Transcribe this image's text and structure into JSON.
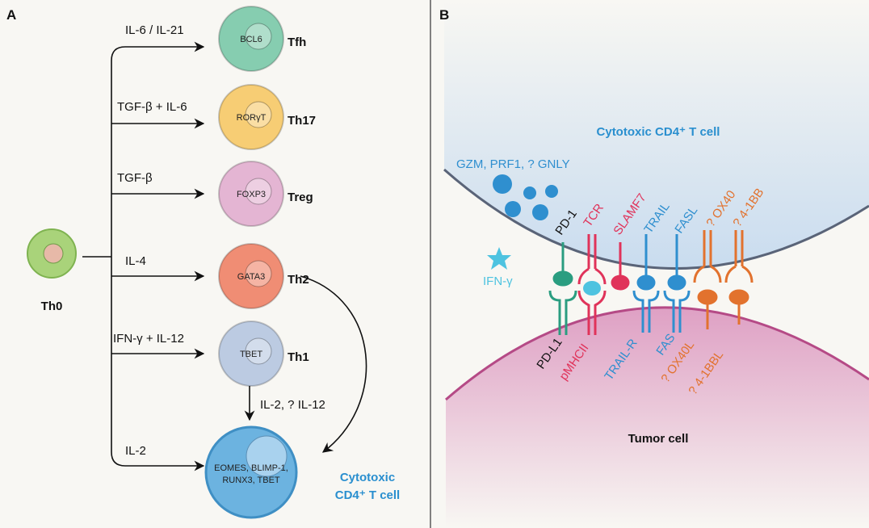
{
  "panel_a": {
    "label": "A",
    "th0": "Th0",
    "cells": [
      {
        "name": "Tfh",
        "factor": "BCL6",
        "signal": "IL-6 / IL-21",
        "color": "#86cdb0"
      },
      {
        "name": "Th17",
        "factor": "RORγT",
        "signal": "TGF-β + IL-6",
        "color": "#f7cd74"
      },
      {
        "name": "Treg",
        "factor": "FOXP3",
        "signal": "TGF-β",
        "color": "#e4b5d3"
      },
      {
        "name": "Th2",
        "factor": "GATA3",
        "signal": "IL-4",
        "color": "#f08d74"
      },
      {
        "name": "Th1",
        "factor": "TBET",
        "signal": "IFN-γ + IL-12",
        "color": "#bccbe2"
      }
    ],
    "th1_to_ctl_signal": "IL-2, ? IL-12",
    "th0_to_ctl_signal": "IL-2",
    "ctl_factors_line1": "EOMES, BLIMP-1,",
    "ctl_factors_line2": "RUNX3, TBET",
    "ctl_label_line1": "Cytotoxic",
    "ctl_label_line2": "CD4⁺ T cell",
    "ctl_color": "#6cb3e0",
    "accent": "#2a8fcf"
  },
  "panel_b": {
    "label": "B",
    "ctl_title": "Cytotoxic CD4⁺ T cell",
    "granules": "GZM, PRF1, ? GNLY",
    "ifn": "IFN-γ",
    "tumor": "Tumor cell",
    "t_cell_molecules": [
      "PD-1",
      "TCR",
      "SLAMF7",
      "TRAIL",
      "FASL",
      "? OX40",
      "? 4-1BB"
    ],
    "tumor_molecules": [
      "PD-L1",
      "pMHCII",
      "TRAIL-R",
      "FAS",
      "? OX40L",
      "? 4-1BBL"
    ],
    "colors": {
      "pd": "#2a9d80",
      "tcr": "#e0335a",
      "trail": "#2f8fcf",
      "costim": "#e2722e",
      "ifn": "#4ec3e0",
      "black": "#111111"
    }
  }
}
